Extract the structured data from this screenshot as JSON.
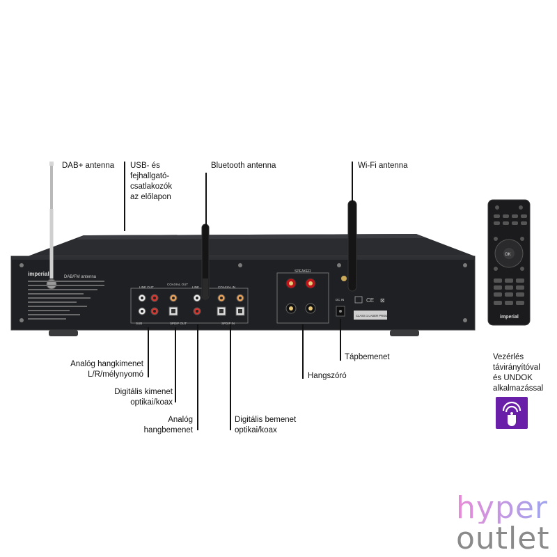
{
  "labels": {
    "dab_antenna": "DAB+ antenna",
    "usb_headphone": [
      "USB- és",
      "fejhallgató-",
      "csatlakozók",
      "az előlapon"
    ],
    "bluetooth_antenna": "Bluetooth antenna",
    "wifi_antenna": "Wi-Fi antenna",
    "analog_out": [
      "Analóg hangkimenet",
      "L/R/mélynyomó"
    ],
    "digital_out": [
      "Digitális kimenet",
      "optikai/koax"
    ],
    "analog_in": [
      "Analóg",
      "hangbemenet"
    ],
    "digital_in": [
      "Digitális bemenet",
      "optikai/koax"
    ],
    "speaker": "Hangszóró",
    "power_in": "Tápbemenet",
    "remote_app": [
      "Vezérlés",
      "távirányítóval",
      "és UNDOK",
      "alkalmazással"
    ]
  },
  "device": {
    "brand": "imperial",
    "antenna_label": "DAB/FM antenna",
    "panel_labels": {
      "line_out": "LINE OUT",
      "coaxial_out": "COAXIAL OUT",
      "line_in": "LINE",
      "coaxial_in": "COAXIAL IN",
      "sub": "SUB",
      "spdif_out": "SPDIF OUT",
      "spdif_in": "SPDIF IN",
      "speaker": "SPEAKER",
      "dc_in": "DC IN",
      "laser": "CLASS 1 LASER PRODUCT"
    }
  },
  "remote": {
    "brand": "imperial"
  },
  "brand_logo": {
    "line1": "hyper",
    "line2": "outlet"
  },
  "colors": {
    "accent_red": "#c0141b",
    "app_purple": "#6a1fa8",
    "logo_pink": "#e98ad6",
    "logo_gray": "#8a8a8a"
  }
}
